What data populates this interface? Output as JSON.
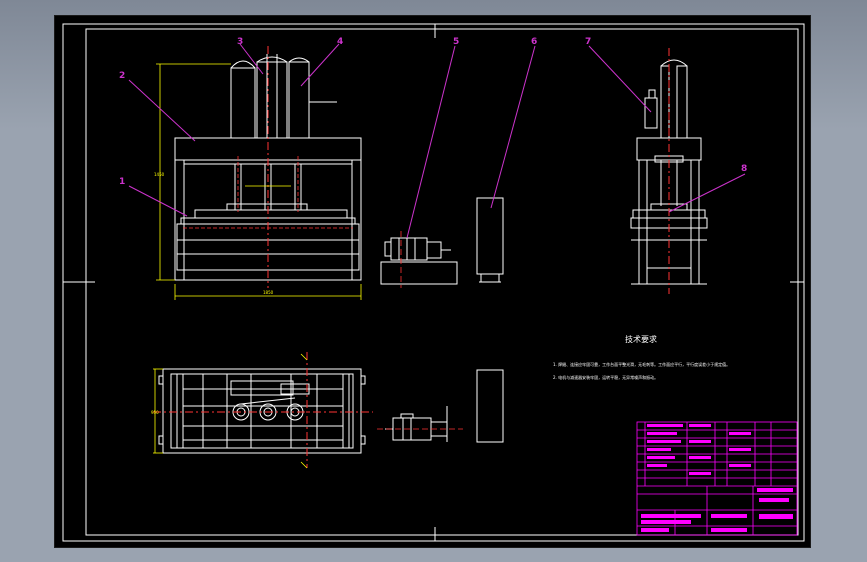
{
  "colors": {
    "background": "#9aa3b0",
    "sheet": "#000000",
    "frame": "#ffffff",
    "callouts": "#cc33cc",
    "centerlines": "#ff3333",
    "dimensions": "#ffff00",
    "title_block": "#ff00ff"
  },
  "callouts": [
    "1",
    "2",
    "3",
    "4",
    "5",
    "6",
    "7",
    "8"
  ],
  "notes": {
    "heading": "技术要求",
    "lines": [
      "1. 焊缝、连接应牢固可靠，工作台面平整光滑，无毛刺等。工作面应平行，平行度误差小于规定值。",
      "2. 电机与减速器安装牢固，运转平稳，无异常噪声和振动。"
    ]
  },
  "dimension_texts": {
    "overall_width": "1850",
    "overall_height": "1450",
    "plan_depth": "950"
  },
  "icons": [
    "motor-reducer-icon",
    "electric-cabinet-icon"
  ]
}
